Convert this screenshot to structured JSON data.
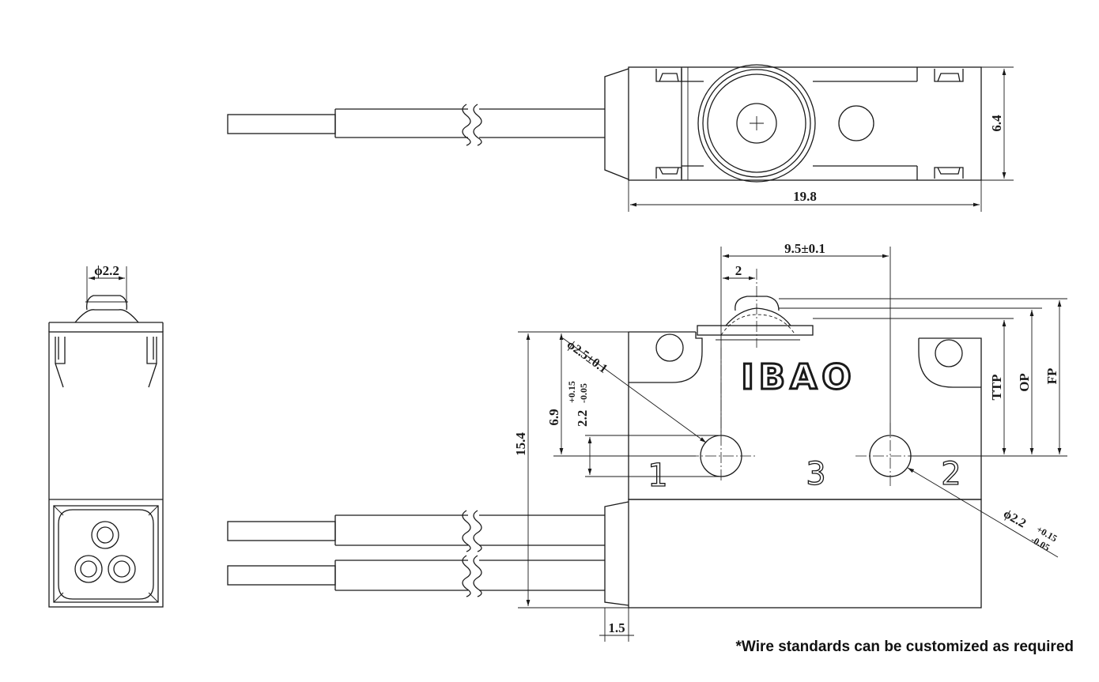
{
  "brand": "IBAO",
  "note": "*Wire standards can be customized as required",
  "dimensions": {
    "height_top_view": "6.4",
    "length": "19.8",
    "hole_pitch": "9.5±0.1",
    "actuator_offset": "2",
    "plunger_diameter": "ϕ2.2",
    "mount_hole_diameter": "ϕ2.5±0.1",
    "hole_height_a": "6.9",
    "hole_height_b_base": "2.2",
    "hole_height_b_upper": "+0.15",
    "hole_height_b_lower": "-0.05",
    "body_height": "15.4",
    "wire_offset": "1.5",
    "hole2_diameter_base": "ϕ2.2",
    "hole2_upper": "+0.15",
    "hole2_lower": "-0.05",
    "ttp": "TTP",
    "op": "OP",
    "fp": "FP"
  },
  "terminals": {
    "t1": "1",
    "t2": "2",
    "t3": "3"
  }
}
